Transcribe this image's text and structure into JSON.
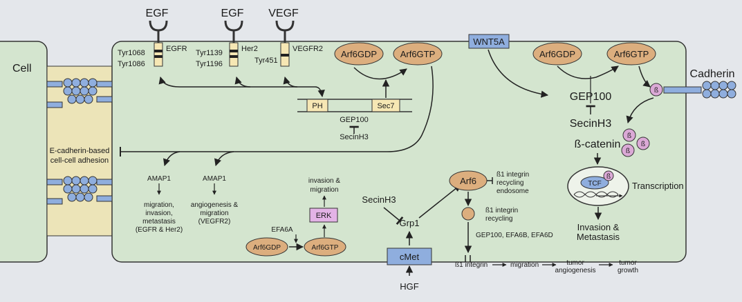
{
  "colors": {
    "background": "#e4e7eb",
    "cell": "#d4e5cf",
    "junction": "#ece4b8",
    "arf": "#dcae7e",
    "box_blue": "#8faede",
    "erk": "#e3b3e6",
    "beta": "#dba9d6",
    "ph": "#f6e7b4"
  },
  "cells": {
    "left_cell": "Cell",
    "junction_label": [
      "E-cadherin-based",
      "cell-cell adhesion"
    ]
  },
  "receptors": {
    "egf1": "EGF",
    "egf2": "EGF",
    "vegf": "VEGF",
    "egfr": "EGFR",
    "her2": "Her2",
    "vegfr2": "VEGFR2",
    "egfr_sites": [
      "Tyr1068",
      "Tyr1086"
    ],
    "her2_sites": [
      "Tyr1139",
      "Tyr1196"
    ],
    "vegfr2_site": "Tyr451"
  },
  "top": {
    "arf6gdp": "Arf6GDP",
    "arf6gtp": "Arf6GTP",
    "ph": "PH",
    "sec7": "Sec7",
    "gep100": "GEP100",
    "secinh3": "SecinH3"
  },
  "wnt": {
    "wnt5a": "WNT5A",
    "arf6gdp": "Arf6GDP",
    "arf6gtp": "Arf6GTP",
    "gep100": "GEP100",
    "secinh3": "SecinH3",
    "cadherin": "Cadherin",
    "beta": "ß",
    "beta_catenin": "ß-catenin",
    "tcf": "TCF",
    "transcription": "Transcription",
    "outcome": [
      "Invasion &",
      "Metastasis"
    ]
  },
  "amap_left": {
    "amap1": "AMAP1",
    "outcome": [
      "migration,",
      "invasion,",
      "metastasis",
      "(EGFR & Her2)"
    ]
  },
  "amap_right": {
    "amap1": "AMAP1",
    "outcome": [
      "angiogenesis &",
      "migration",
      "(VEGFR2)"
    ]
  },
  "erk_path": {
    "outcome": [
      "invasion &",
      "migration"
    ],
    "erk": "ERK",
    "efa6a": "EFA6A",
    "arf6gdp": "Arf6GDP",
    "arf6gtp": "Arf6GTP"
  },
  "cmet": {
    "secinh3": "SecinH3",
    "grp1": "Grp1",
    "cmet": "cMet",
    "hgf": "HGF"
  },
  "integrin": {
    "arf6": "Arf6",
    "recycling_endosome": [
      "ß1 integrin",
      "recycling",
      "endosome"
    ],
    "recycling": [
      "ß1 integrin",
      "recycling"
    ],
    "gefs": "GEP100, EFA6B, EFA6D",
    "chain": [
      "ß1 integrin",
      "migration",
      "tumor",
      "angiogenesis",
      "tumor",
      "growth"
    ]
  }
}
